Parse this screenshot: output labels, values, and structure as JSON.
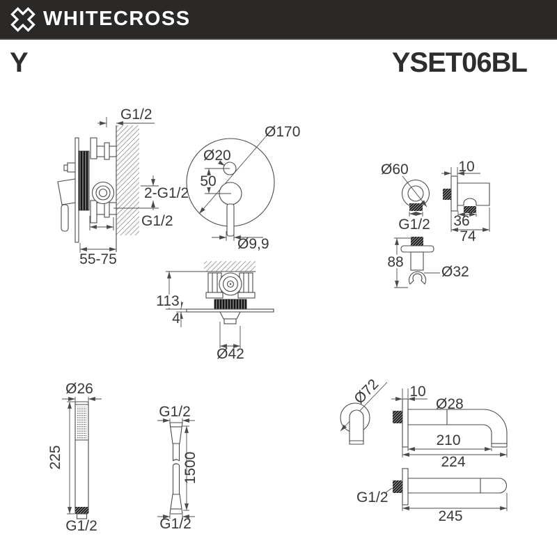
{
  "header": {
    "brand": "WHITECROSS"
  },
  "title": {
    "series": "Y",
    "model": "YSET06BL"
  },
  "drawings": {
    "valve_side": {
      "top_thread": "G1/2",
      "ports": "2-G1/2",
      "bottom_thread": "G1/2",
      "depth_range": "55-75"
    },
    "trim_front": {
      "plate_diameter": "Ø170",
      "button_diameter": "Ø20",
      "center_distance": "50",
      "lever_tip_diameter": "Ø9,9"
    },
    "outlet_front": {
      "flange_diameter": "Ø60",
      "thread": "G1/2"
    },
    "holder_side": {
      "plate_thickness": "10",
      "depth_front": "36",
      "depth_total": "74"
    },
    "outlet_side": {
      "height": "88",
      "hook_diameter": "Ø32"
    },
    "valve_top": {
      "install_depth": "113",
      "plate_thickness": "4",
      "body_diameter": "Ø42"
    },
    "hand_shower": {
      "head_diameter": "Ø26",
      "length": "225",
      "thread": "G1/2"
    },
    "hose": {
      "top_thread": "G1/2",
      "length": "1500",
      "bottom_thread": "G1/2"
    },
    "spout_front": {
      "flange_diameter": "Ø72"
    },
    "spout_side": {
      "flange_thickness": "10",
      "pipe_diameter": "Ø28",
      "reach": "210",
      "total_length": "224"
    },
    "spout_top": {
      "thread": "G1/2",
      "total_length": "245"
    }
  }
}
